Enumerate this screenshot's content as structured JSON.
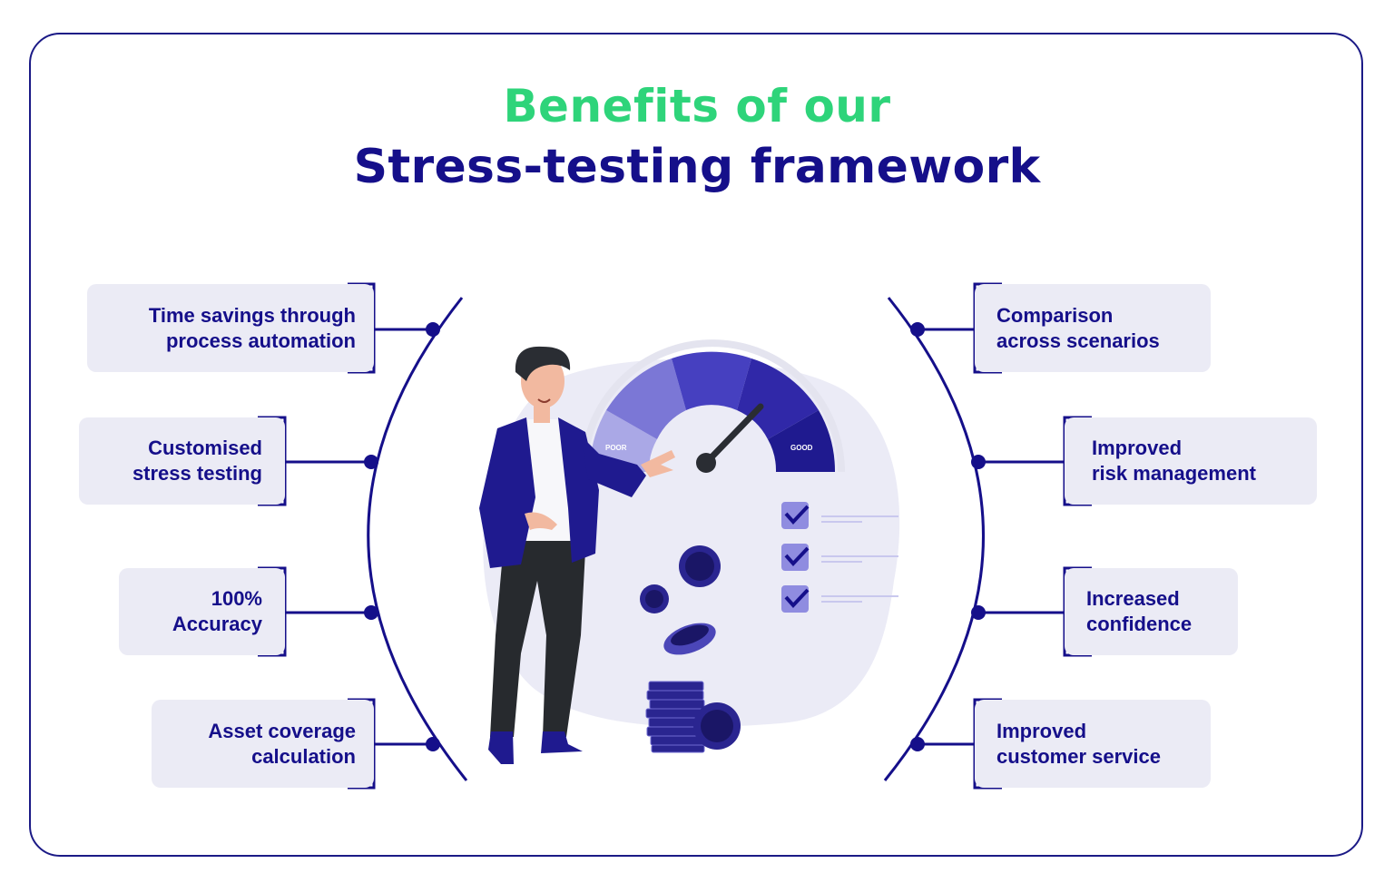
{
  "title": {
    "line1": "Benefits of our",
    "line2": "Stress-testing framework"
  },
  "left_benefits": [
    {
      "line1": "Time savings through",
      "line2": "process automation"
    },
    {
      "line1": "Customised",
      "line2": "stress testing"
    },
    {
      "line1": "100%",
      "line2": "Accuracy"
    },
    {
      "line1": "Asset coverage",
      "line2": "calculation"
    }
  ],
  "right_benefits": [
    {
      "line1": "Comparison",
      "line2": "across scenarios"
    },
    {
      "line1": "Improved",
      "line2": "risk management"
    },
    {
      "line1": "Increased",
      "line2": "confidence"
    },
    {
      "line1": "Improved",
      "line2": "customer service"
    }
  ],
  "gauge": {
    "low_label": "POOR",
    "high_label": "GOOD"
  },
  "colors": {
    "accent_green": "#2ed47a",
    "navy": "#150f8a",
    "box_background": "#ebebf5"
  }
}
